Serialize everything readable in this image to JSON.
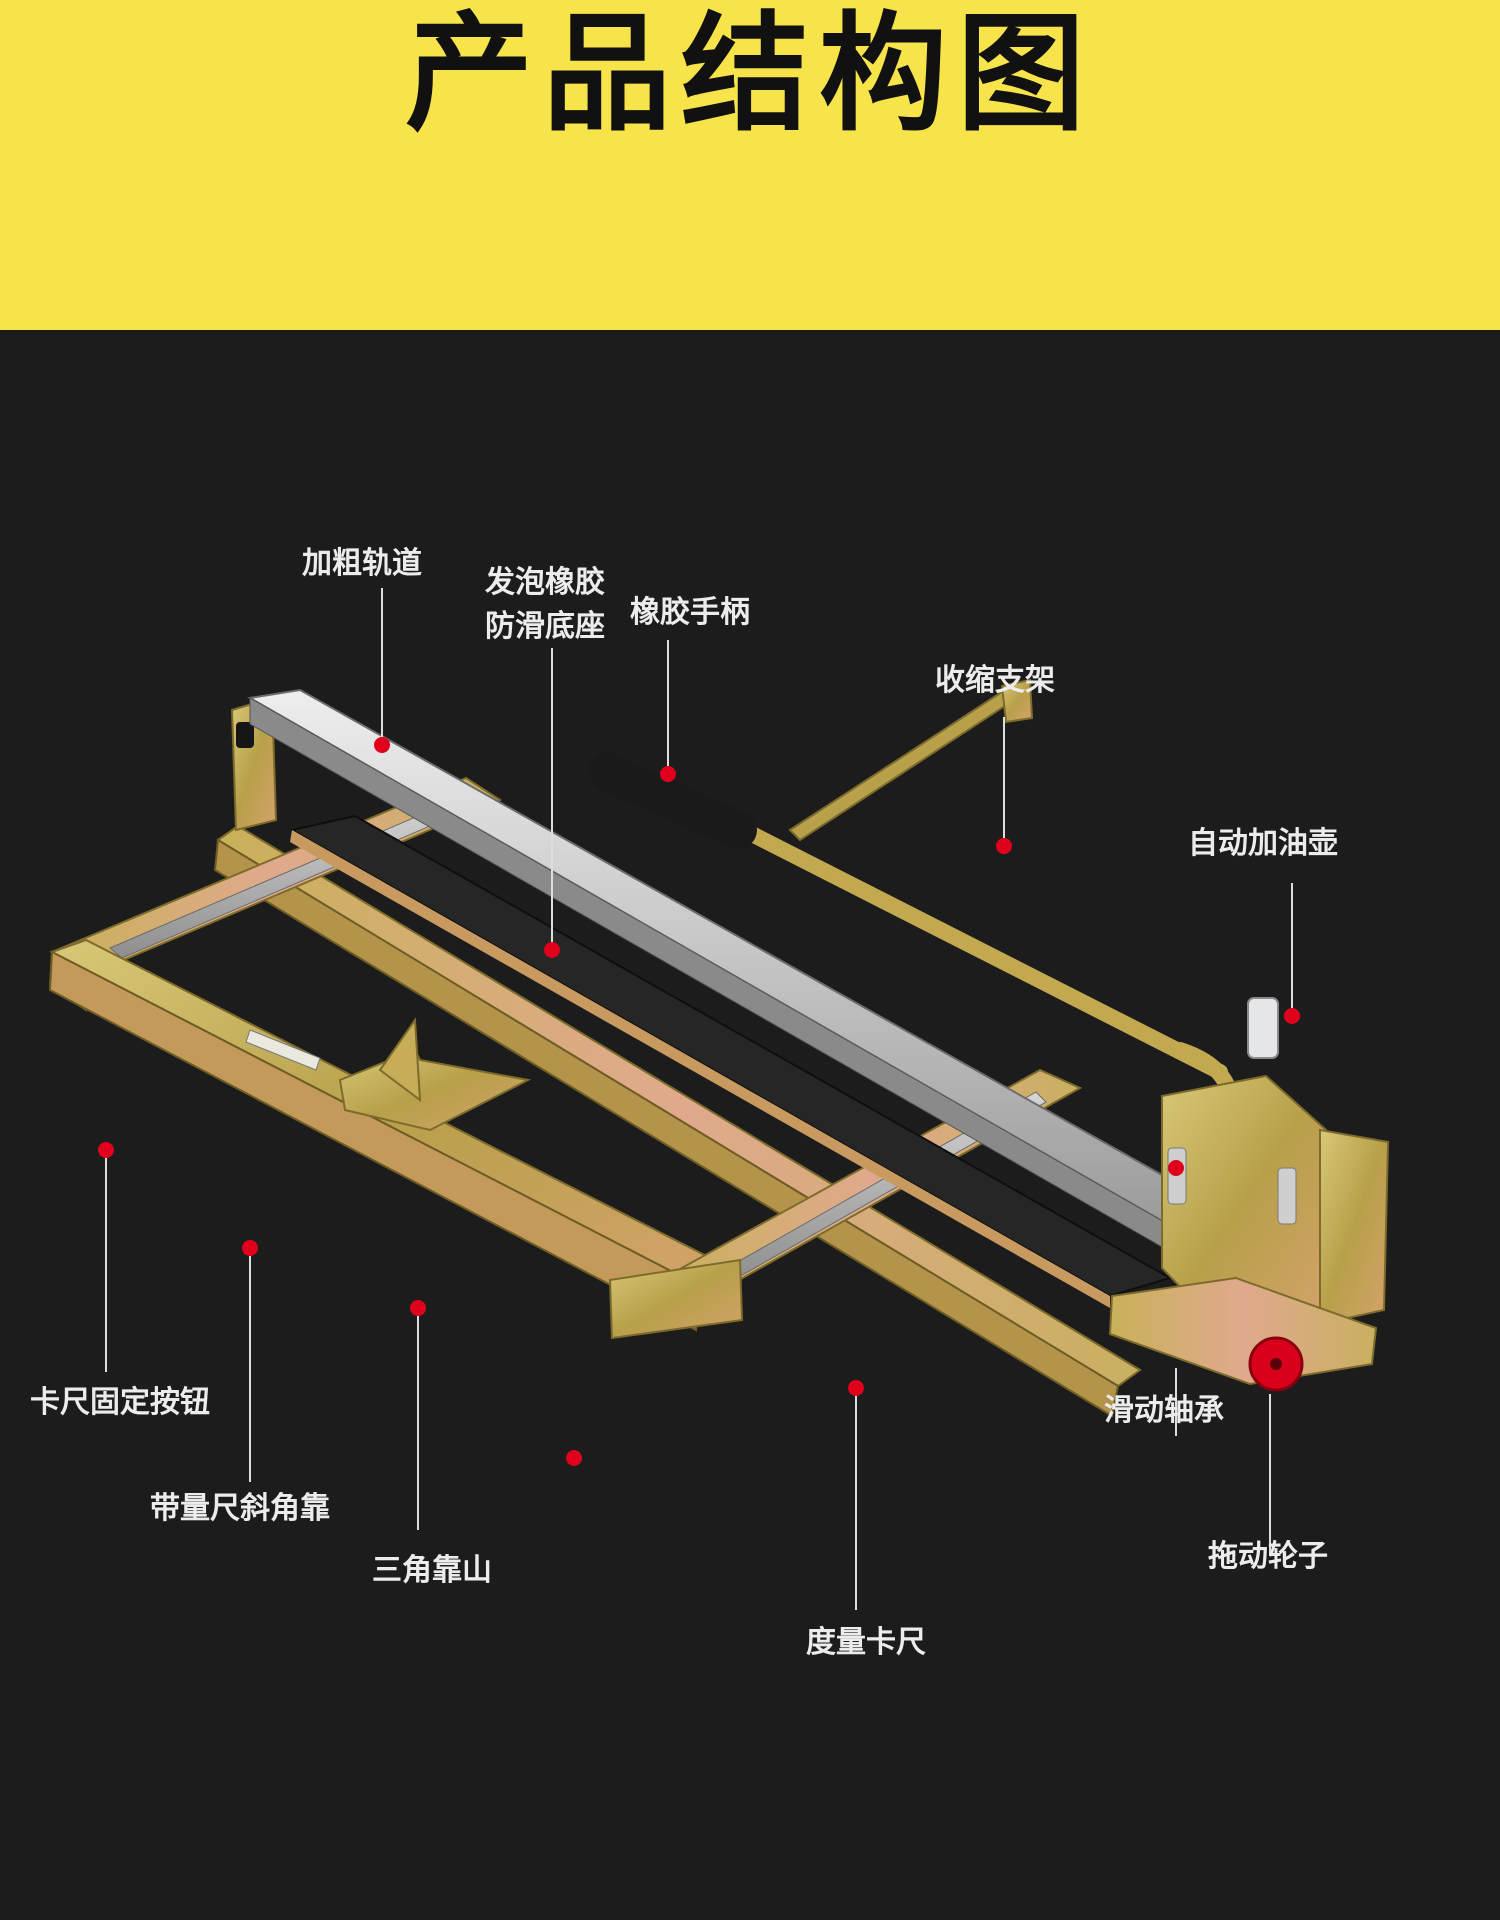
{
  "title": "产品结构图",
  "colors": {
    "header_bg": "#f7e34a",
    "body_bg": "#1c1c1c",
    "marker": "#e0001b",
    "leader": "#dddddd",
    "label": "#ececec"
  },
  "labels": {
    "thick_rail": "加粗轨道",
    "foam_base_line1": "发泡橡胶",
    "foam_base_line2": "防滑底座",
    "rubber_handle": "橡胶手柄",
    "retract_stand": "收缩支架",
    "auto_oiler": "自动加油壶",
    "ruler_lock_button": "卡尺固定按钮",
    "angle_guide_ruler": "带量尺斜角靠",
    "triangle_stop": "三角靠山",
    "measuring_caliper": "度量卡尺",
    "sliding_bearing": "滑动轴承",
    "drag_wheel": "拖动轮子"
  }
}
